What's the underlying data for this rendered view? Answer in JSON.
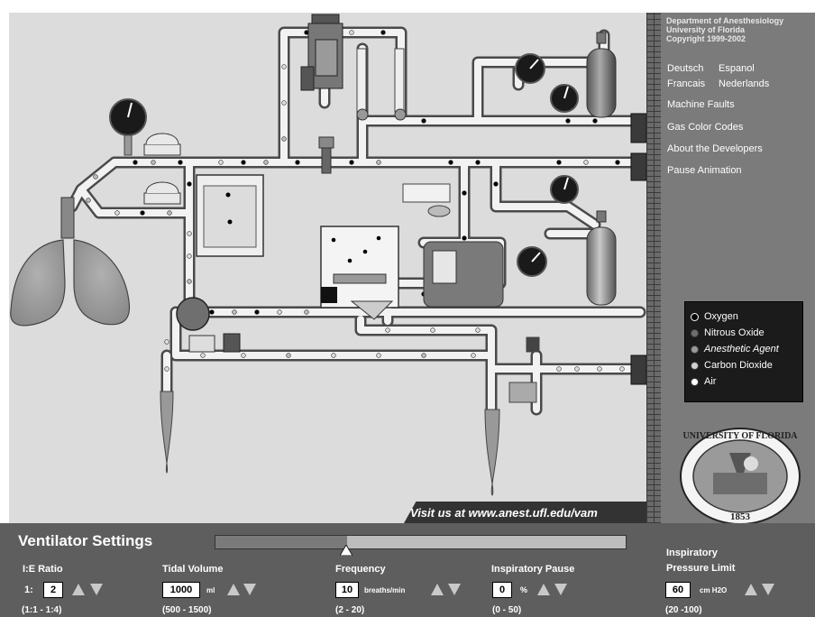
{
  "credits": {
    "line1": "Department of Anesthesiology",
    "line2": "University of Florida",
    "line3": "Copyright 1999-2002"
  },
  "languages": {
    "deutsch": "Deutsch",
    "espanol": "Espanol",
    "francais": "Francais",
    "nederlands": "Nederlands"
  },
  "menu": {
    "machine_faults": "Machine Faults",
    "gas_color_codes": "Gas Color Codes",
    "about_developers": "About the Developers",
    "pause_animation": "Pause Animation"
  },
  "legend": {
    "items": [
      {
        "label": "Oxygen",
        "color": "#000000"
      },
      {
        "label": "Nitrous Oxide",
        "color": "#6e6e6e"
      },
      {
        "label": "Anesthetic Agent",
        "color": "#9a9a9a"
      },
      {
        "label": "Carbon Dioxide",
        "color": "#d0d0d0"
      },
      {
        "label": "Air",
        "color": "#ffffff"
      }
    ]
  },
  "seal": {
    "top_text": "UNIVERSITY OF FLORIDA",
    "year": "1853"
  },
  "visit": {
    "text": "Visit us at www.anest.ufl.edu/vam"
  },
  "controls": {
    "title": "Ventilator Settings",
    "breath_cycle_progress": 0.32,
    "ie_ratio": {
      "label": "I:E Ratio",
      "prefix": "1:",
      "value": "2",
      "range": "(1:1 - 1:4)"
    },
    "tidal_volume": {
      "label": "Tidal Volume",
      "value": "1000",
      "unit": "ml",
      "range": "(500 - 1500)"
    },
    "frequency": {
      "label": "Frequency",
      "value": "10",
      "unit": "breaths/min",
      "range": "(2 - 20)"
    },
    "inspiratory_pause": {
      "label": "Inspiratory Pause",
      "value": "0",
      "unit": "%",
      "range": "(0 - 50)"
    },
    "pressure_limit": {
      "label_line1": "Inspiratory",
      "label_line2": "Pressure Limit",
      "value": "60",
      "unit": "cm H2O",
      "range": "(20 -100)"
    }
  },
  "colors": {
    "pipe_fill": "#f2f2f2",
    "pipe_outline": "#4a4a4a",
    "stage_bg": "#dcdcdc",
    "sidebar_bg": "#7b7b7b",
    "controls_bg": "#5e5e5e"
  }
}
